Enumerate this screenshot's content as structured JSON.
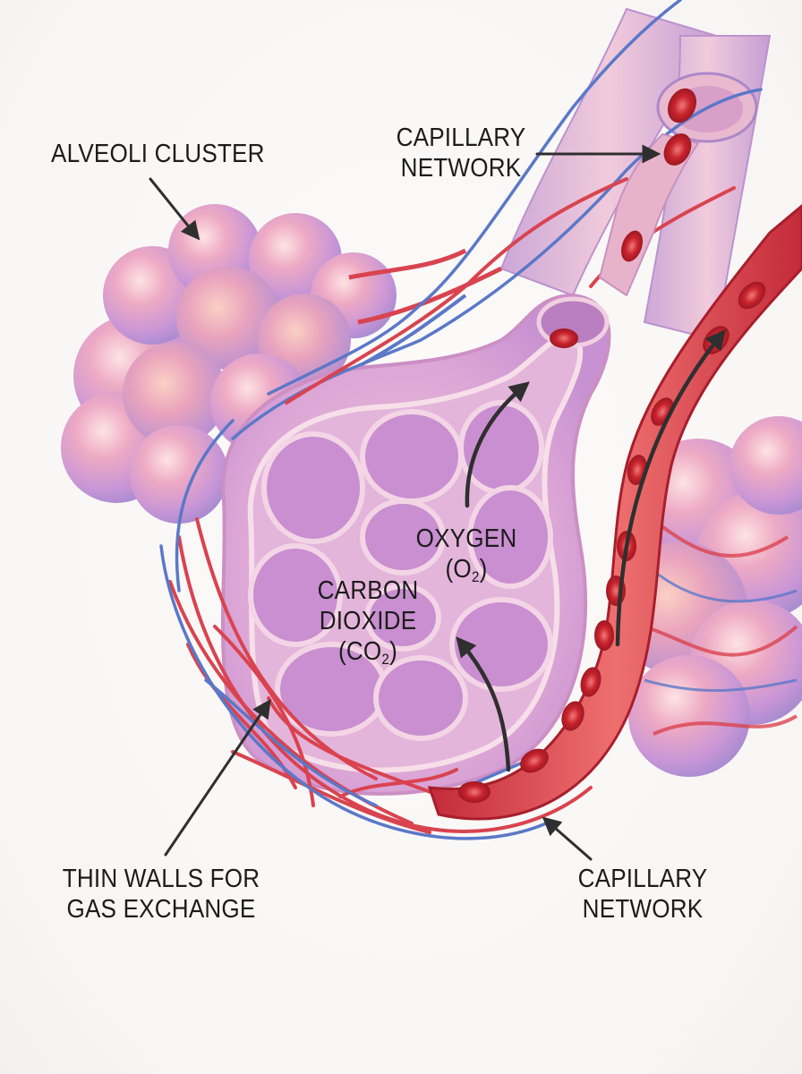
{
  "labels": {
    "alveoli_cluster": "ALVEOLI CLUSTER",
    "capillary_top": {
      "line1": "CAPILLARY",
      "line2": "NETWORK"
    },
    "oxygen": {
      "line1": "OXYGEN",
      "formula_open": "(O",
      "formula_sub": "2",
      "formula_close": ")"
    },
    "carbon_dioxide": {
      "line1": "CARBON",
      "line2": "DIOXIDE",
      "formula_open": "(CO",
      "formula_sub": "2",
      "formula_close": ")"
    },
    "thin_walls": {
      "line1": "THIN WALLS FOR",
      "line2": "GAS EXCHANGE"
    },
    "capillary_bottom": {
      "line1": "CAPILLARY",
      "line2": "NETWORK"
    }
  },
  "colors": {
    "alveolus_pink": "#e7a2c4",
    "alveolus_lilac": "#c39adb",
    "artery_red": "#d9434f",
    "vein_blue": "#5b78c8",
    "blood_cell": "#c8232e",
    "arrow": "#2f2f2f",
    "text": "#1c1c1c"
  }
}
